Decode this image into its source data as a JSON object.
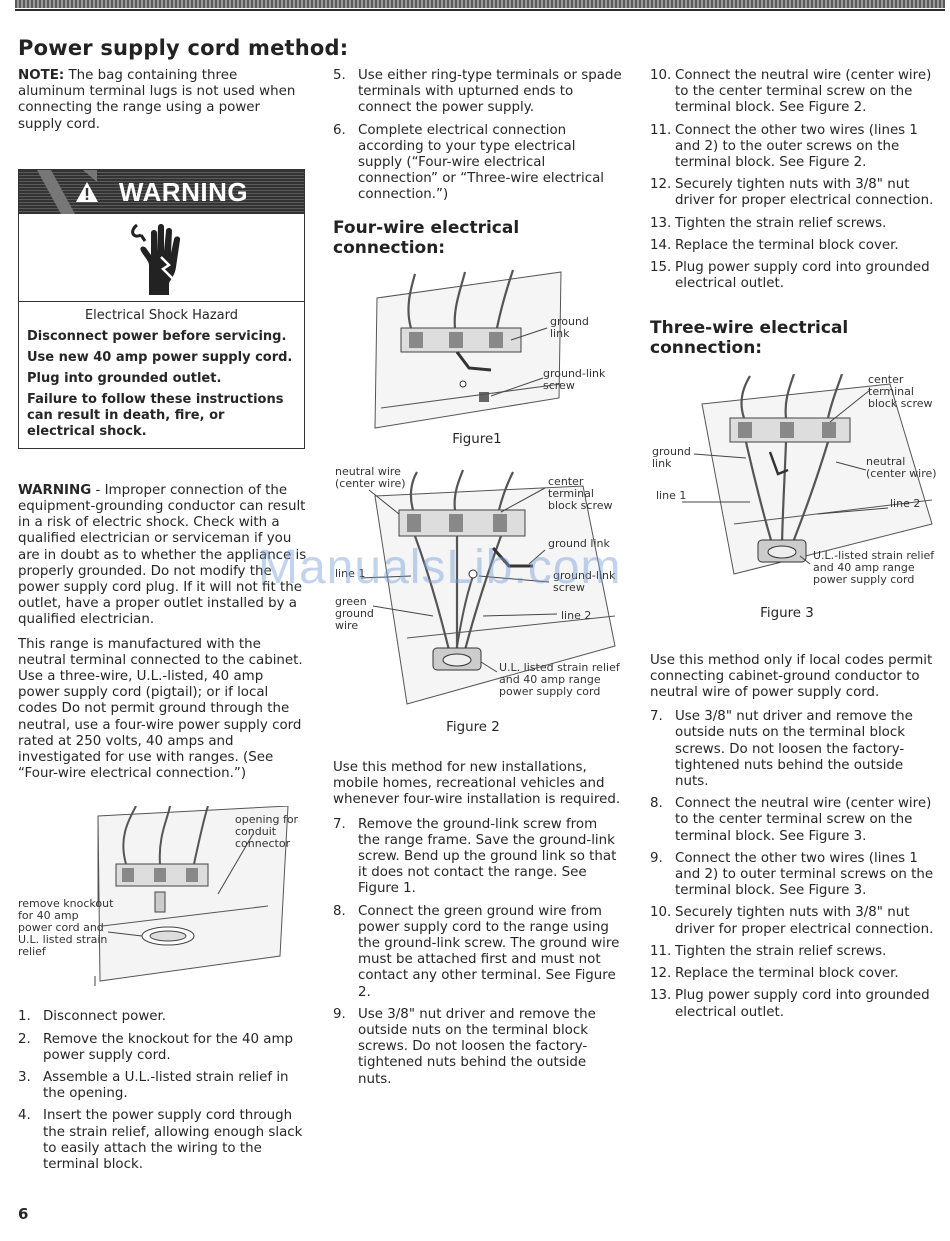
{
  "page_title": "Power supply cord method:",
  "page_number": "6",
  "watermark": "ManualsLib.com",
  "col1": {
    "note_label": "NOTE:",
    "note_text": " The bag containing three aluminum terminal lugs is not used when connecting the range using a power supply cord.",
    "warning": {
      "title": "WARNING",
      "hazard": "Electrical Shock Hazard",
      "lines": [
        "Disconnect power before servicing.",
        "Use new 40 amp power supply cord.",
        "Plug into grounded outlet.",
        "Failure to follow these instructions can result in death, fire, or electrical shock."
      ]
    },
    "para1_label": "WARNING",
    "para1_text": " - Improper connection of the equipment-grounding conductor can result in a risk of electric shock. Check with a qualified electrician or serviceman if you are in doubt as to whether the appliance is properly grounded. Do not modify the power supply cord plug. If it will not fit the outlet, have a proper outlet installed by a qualified electrician.",
    "para2": "This range is manufactured with the neutral terminal connected to the cabinet. Use a three-wire, U.L.-listed, 40 amp power supply cord (pigtail); or if local codes Do not permit ground through the neutral, use a four-wire power supply cord rated at 250 volts, 40 amps and investigated for use with ranges. (See “Four-wire electrical connection.”)",
    "figure_labels": {
      "opening": "opening for conduit connector",
      "knockout": "remove knockout for 40 amp power cord and U.L. listed strain relief"
    },
    "steps": [
      {
        "n": "1.",
        "t": "Disconnect power."
      },
      {
        "n": "2.",
        "t": "Remove the knockout for the 40 amp power supply cord."
      },
      {
        "n": "3.",
        "t": "Assemble a U.L.-listed strain relief in the opening."
      },
      {
        "n": "4.",
        "t": "Insert the power supply cord through the strain relief, allowing enough slack to easily attach the wiring to the terminal block."
      }
    ]
  },
  "col2": {
    "steps_top": [
      {
        "n": "5.",
        "t": "Use either ring-type terminals or spade terminals with upturned ends to connect the power supply."
      },
      {
        "n": "6.",
        "t": "Complete electrical connection according to your type electrical supply (“Four-wire electrical connection” or “Three-wire electrical connection.”)"
      }
    ],
    "four_wire_heading": "Four-wire electrical connection:",
    "figure1": {
      "caption": "Figure1",
      "ground_link": "ground link",
      "ground_link_screw": "ground-link screw"
    },
    "figure2": {
      "caption": "Figure 2",
      "neutral": "neutral wire (center wire)",
      "center_screw": "center terminal block screw",
      "ground_link": "ground link",
      "line1": "line 1",
      "ground_link_screw": "ground-link screw",
      "green": "green ground wire",
      "line2": "line 2",
      "strain": "U.L. listed strain relief and 40 amp range power supply cord"
    },
    "para": "Use this method for new installations, mobile homes, recreational vehicles and whenever four-wire installation is required.",
    "steps": [
      {
        "n": "7.",
        "t": "Remove the ground-link screw from the range frame. Save the ground-link screw. Bend up the ground link so that it does not contact the range. See Figure 1."
      },
      {
        "n": "8.",
        "t": "Connect the green ground wire from power supply cord to the range using the ground-link screw. The ground wire must be attached first and must not contact any other terminal. See Figure 2."
      },
      {
        "n": "9.",
        "t": "Use 3/8\" nut driver and remove the outside nuts on the terminal block screws. Do not loosen the factory-tightened nuts behind the outside nuts."
      }
    ]
  },
  "col3": {
    "steps_top": [
      {
        "n": "10.",
        "t": "Connect the neutral wire (center wire) to the center terminal screw on the terminal block. See Figure 2."
      },
      {
        "n": "11.",
        "t": "Connect the other two wires (lines 1 and 2) to the outer screws on the terminal block. See Figure 2."
      },
      {
        "n": "12.",
        "t": "Securely tighten nuts with 3/8\" nut driver for proper electrical connection."
      },
      {
        "n": "13.",
        "t": "Tighten the strain relief screws."
      },
      {
        "n": "14.",
        "t": "Replace the terminal block cover."
      },
      {
        "n": "15.",
        "t": "Plug power supply cord into grounded electrical outlet."
      }
    ],
    "three_wire_heading": "Three-wire electrical connection:",
    "figure3": {
      "caption": "Figure 3",
      "center_screw": "center terminal block screw",
      "ground_link": "ground link",
      "neutral": "neutral (center wire)",
      "line1": "line 1",
      "line2": "line 2",
      "strain": "U.L.-listed strain relief and 40 amp range power supply cord"
    },
    "para": "Use this method only if local codes permit connecting cabinet-ground conductor to neutral wire of power supply cord.",
    "steps": [
      {
        "n": "7.",
        "t": "Use 3/8\" nut driver and remove the outside nuts on the terminal block screws. Do not loosen the factory-tightened nuts behind the outside nuts."
      },
      {
        "n": "8.",
        "t": "Connect the neutral wire (center wire) to the center terminal screw on the terminal block. See Figure 3."
      },
      {
        "n": "9.",
        "t": "Connect the other two wires (lines 1 and 2) to outer terminal screws on the terminal block. See Figure 3."
      },
      {
        "n": "10.",
        "t": "Securely tighten nuts with 3/8\" nut driver for proper electrical connection."
      },
      {
        "n": "11.",
        "t": "Tighten the strain relief screws."
      },
      {
        "n": "12.",
        "t": "Replace the terminal block cover."
      },
      {
        "n": "13.",
        "t": "Plug power supply cord into grounded electrical outlet."
      }
    ]
  }
}
